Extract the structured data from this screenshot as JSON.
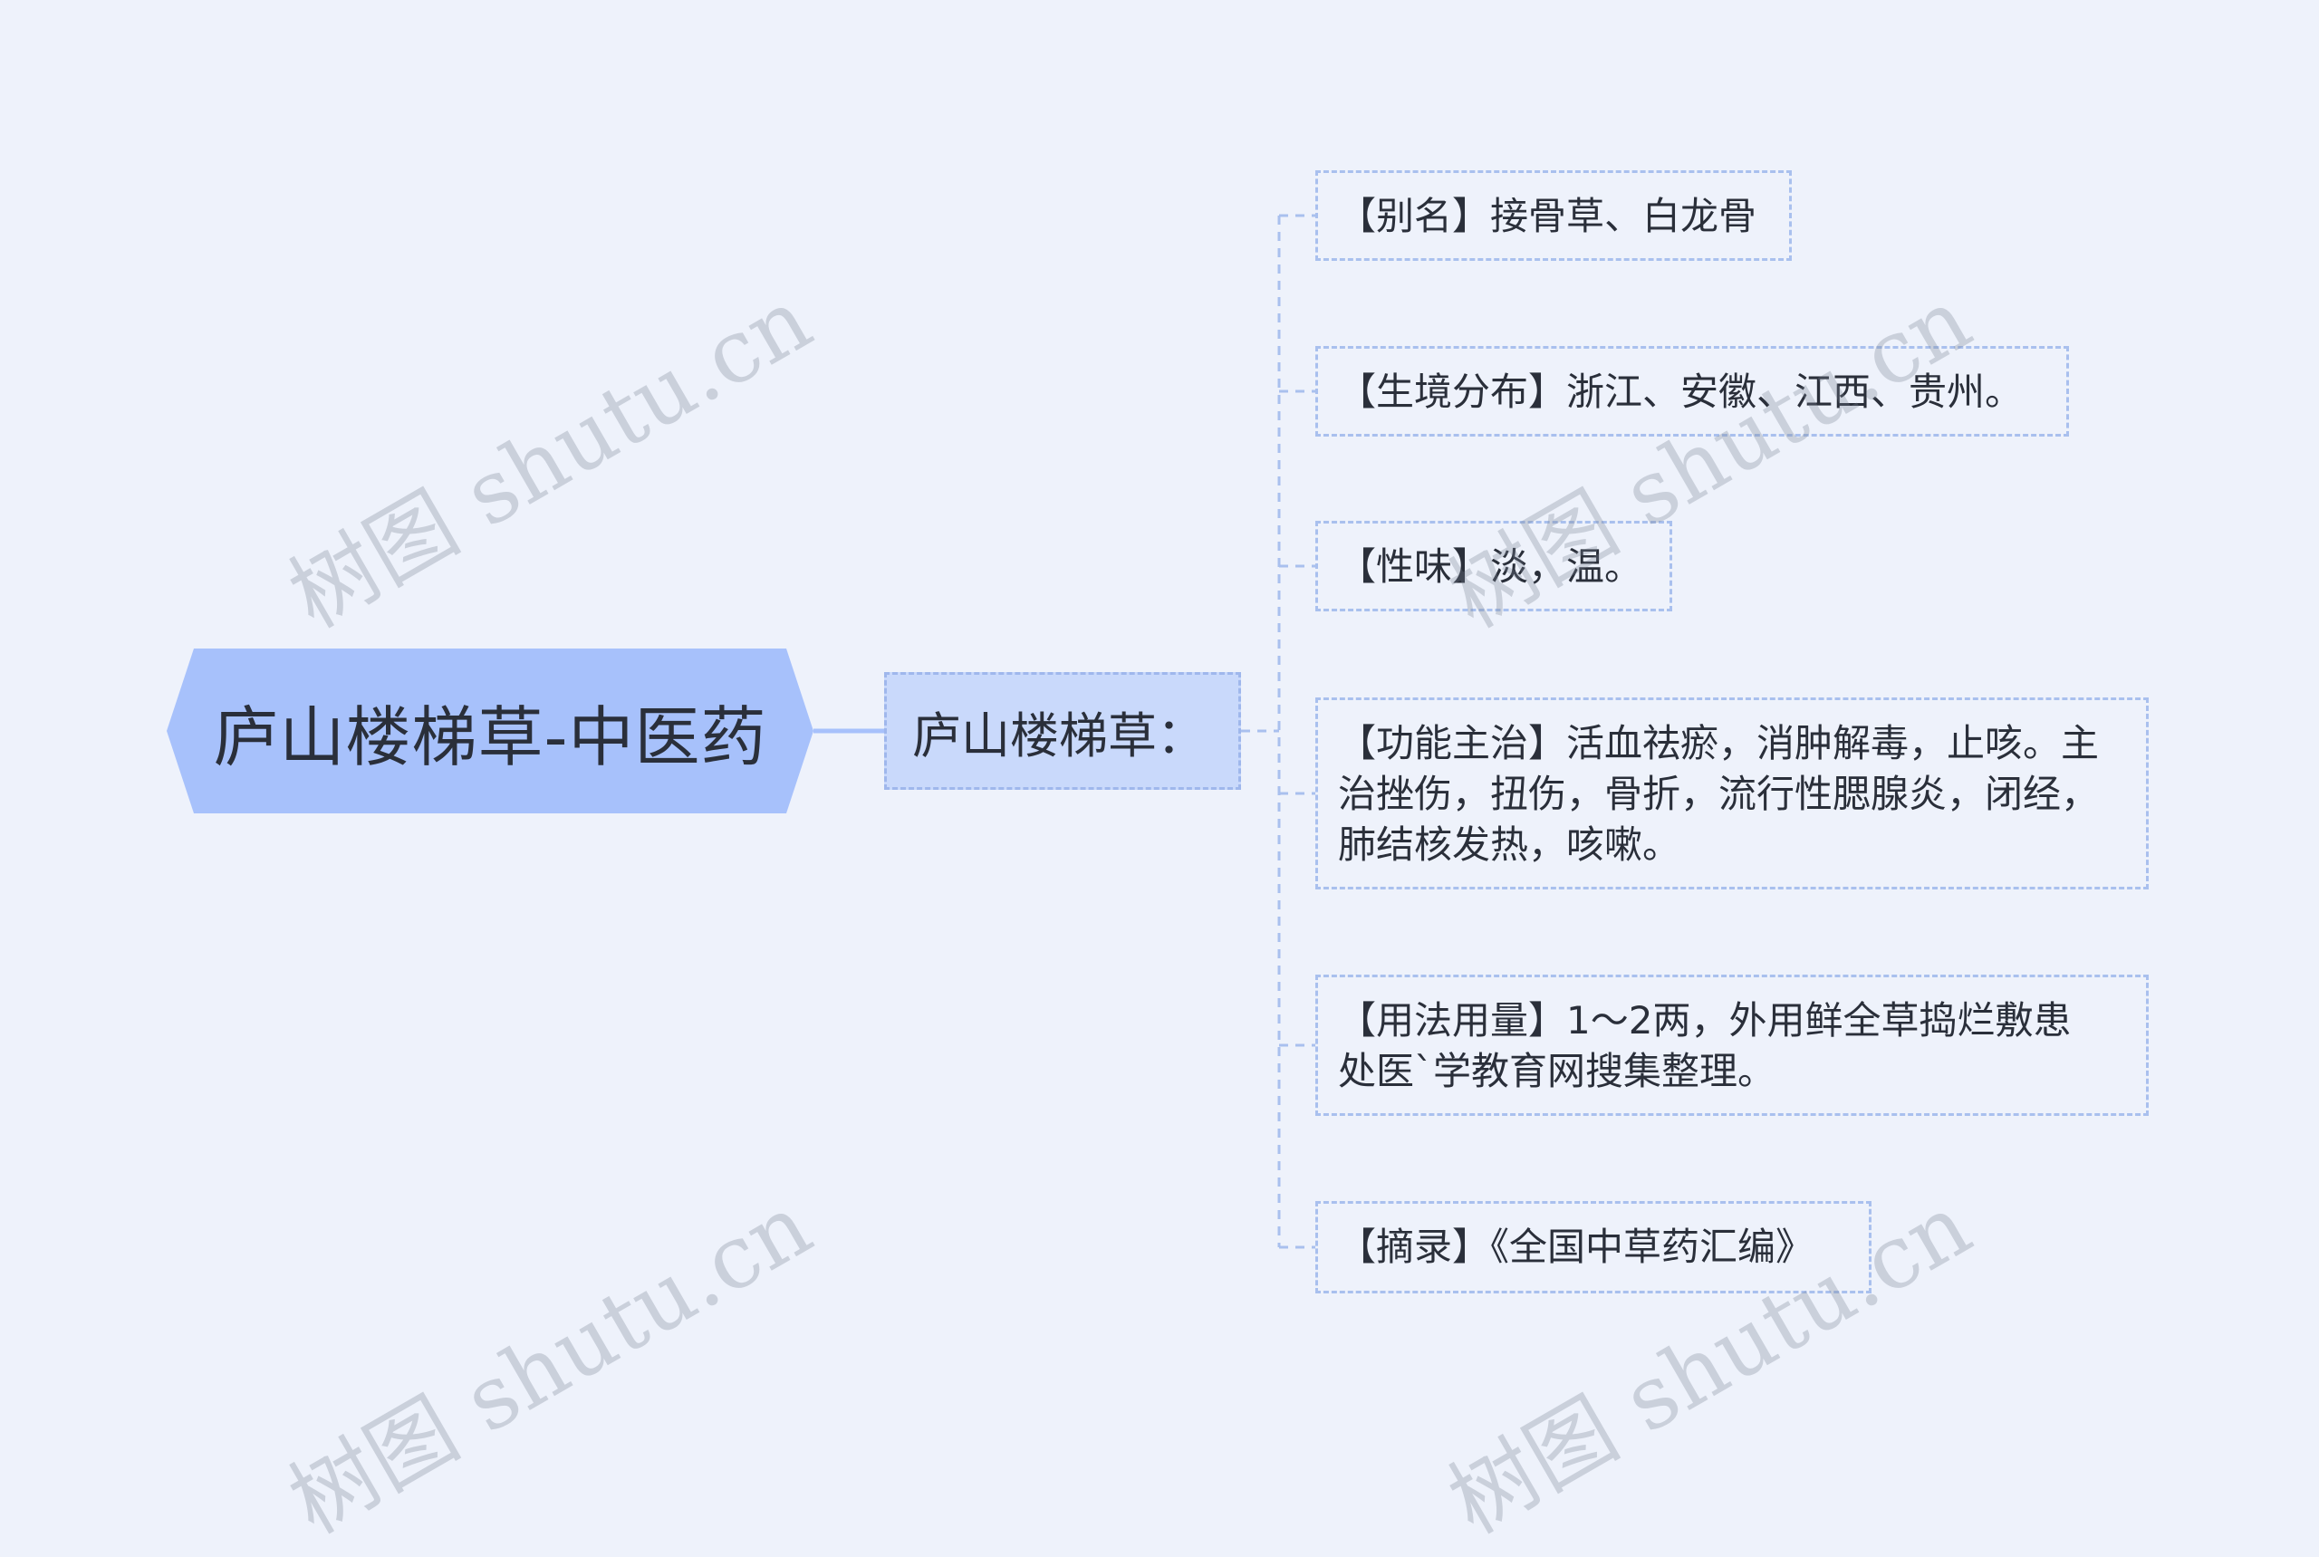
{
  "root": {
    "label": "庐山楼梯草-中医药"
  },
  "branch": {
    "label": "庐山楼梯草："
  },
  "leaves": [
    {
      "lines": [
        "【别名】接骨草、白龙骨"
      ]
    },
    {
      "lines": [
        "【生境分布】浙江、安徽、江西、贵州。"
      ]
    },
    {
      "lines": [
        "【性味】淡，温。"
      ]
    },
    {
      "lines": [
        "【功能主治】活血祛瘀，消肿解毒，止咳。主",
        "治挫伤，扭伤，骨折，流行性腮腺炎，闭经，",
        "肺结核发热，咳嗽。"
      ]
    },
    {
      "lines": [
        "【用法用量】1～2两，外用鲜全草捣烂敷患",
        "处医`学教育网搜集整理。"
      ]
    },
    {
      "lines": [
        "【摘录】《全国中草药汇编》"
      ]
    }
  ],
  "watermark": {
    "text": "树图 shutu.cn"
  },
  "colors": {
    "background": "#eef2fb",
    "root_fill": "#a7c1fb",
    "branch_fill": "#c9d9fb",
    "connector": "#a9c0ee"
  }
}
